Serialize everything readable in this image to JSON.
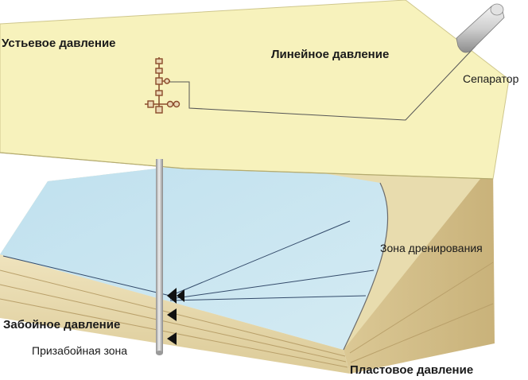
{
  "labels": {
    "wellhead_pressure": "Устьевое  давление",
    "line_pressure": "Линейное  давление",
    "separator": "Сепаратор",
    "drainage_zone": "Зона дренирования",
    "bottomhole_pressure": "Забойное давление",
    "near_wellbore_zone": "Призабойная зона",
    "reservoir_pressure": "Пластовое давление"
  },
  "colors": {
    "surface_plane": "#f7f2bc",
    "water": "#c5e2ef",
    "sand": "#eadcb2",
    "sand_dark": "#d9c48f",
    "pipe": "#b8b8b8",
    "valve": "#8a4a2a"
  },
  "icons": {
    "wellhead": "christmas-tree-valve-icon",
    "separator": "cylinder-separator-icon",
    "flow": "flow-arrow-icon"
  }
}
